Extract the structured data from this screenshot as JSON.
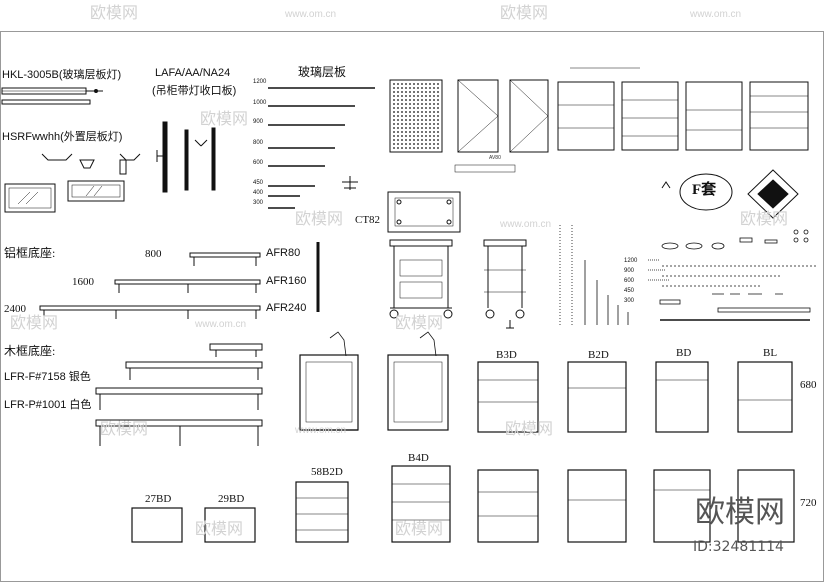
{
  "labels": {
    "hkl": "HKL-3005B(玻璃层板灯)",
    "lafa": "LAFA/AA/NA24",
    "lafa_sub": "(吊柜带灯收口板)",
    "glass_shelf": "玻璃层板",
    "hsrf": "HSRFwwhh(外置层板灯)",
    "ct82": "CT82",
    "alu_base": "铝框底座:",
    "afr80": "AFR80",
    "afr160": "AFR160",
    "afr240": "AFR240",
    "len800": "800",
    "len1600": "1600",
    "len2400": "2400",
    "wood_base": "木框底座:",
    "lfr_f": "LFR-F#7158 银色",
    "lfr_p": "LFR-P#1001 白色",
    "b3d": "B3D",
    "b2d": "B2D",
    "bd": "BD",
    "bl": "BL",
    "h680": "680",
    "b58b2d": "58B2D",
    "b4d": "B4D",
    "b27bd": "27BD",
    "b29bd": "29BD",
    "h720": "720",
    "f_logo": "F套",
    "av80": "AV80"
  },
  "shelf_dims": [
    "1200",
    "1000",
    "900",
    "800",
    "600",
    "450",
    "400",
    "300"
  ],
  "rack_dims": [
    "1200",
    "900",
    "600",
    "450",
    "300"
  ],
  "watermark": {
    "brand": "欧模网",
    "url": "www.om.cn",
    "id_text": "ID:32481114"
  }
}
